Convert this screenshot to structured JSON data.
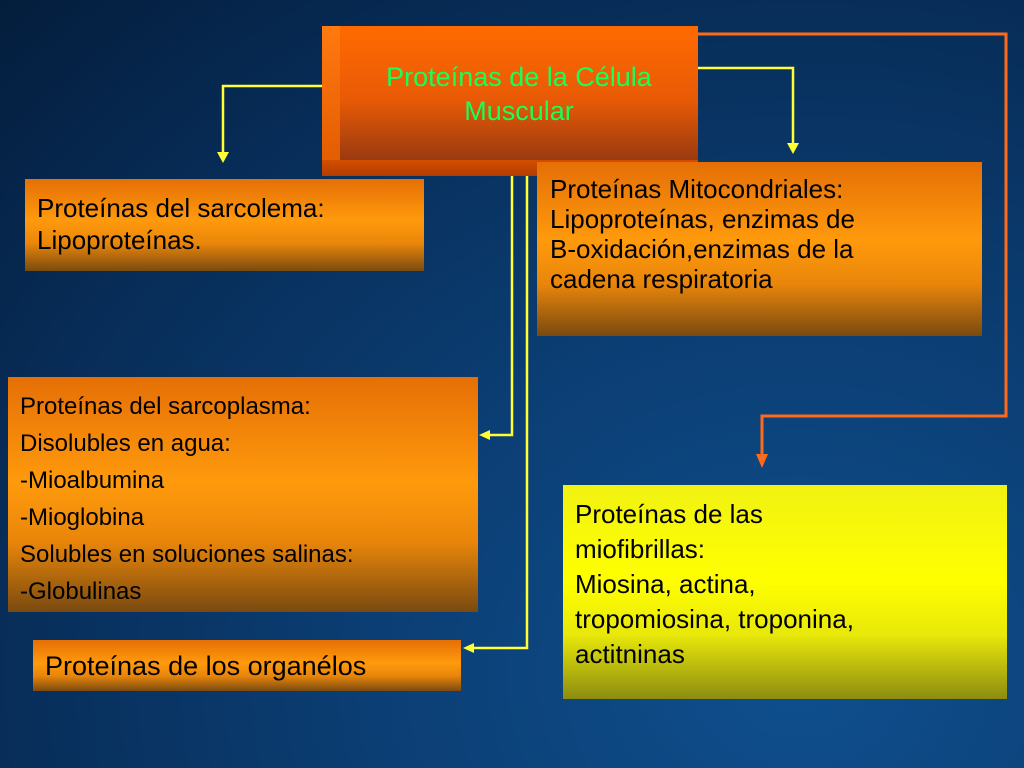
{
  "title": {
    "line1": "Proteínas de la Célula",
    "line2": "Muscular"
  },
  "boxes": {
    "sarcolema": {
      "lines": [
        "Proteínas del sarcolema:",
        "Lipoproteínas."
      ]
    },
    "mitocondriales": {
      "lines": [
        "Proteínas Mitocondriales:",
        "Lipoproteínas, enzimas de",
        "B-oxidación,enzimas de la",
        "cadena respiratoria"
      ]
    },
    "sarcoplasma": {
      "lines": [
        "Proteínas del sarcoplasma:",
        "Disolubles en agua:",
        "-Mioalbumina",
        "-Mioglobina",
        "Solubles en soluciones salinas:",
        "-Globulinas"
      ]
    },
    "organelos": {
      "lines": [
        "Proteínas de los organélos"
      ]
    },
    "miofibrillas": {
      "lines": [
        "Proteínas de las",
        "miofibrillas:",
        "Miosina, actina,",
        "tropomiosina, troponina,",
        "actitninas"
      ]
    }
  },
  "colors": {
    "arrow_yellow": "#ffff33",
    "arrow_orange": "#ff6a1a",
    "title_text": "#19ff5a"
  }
}
